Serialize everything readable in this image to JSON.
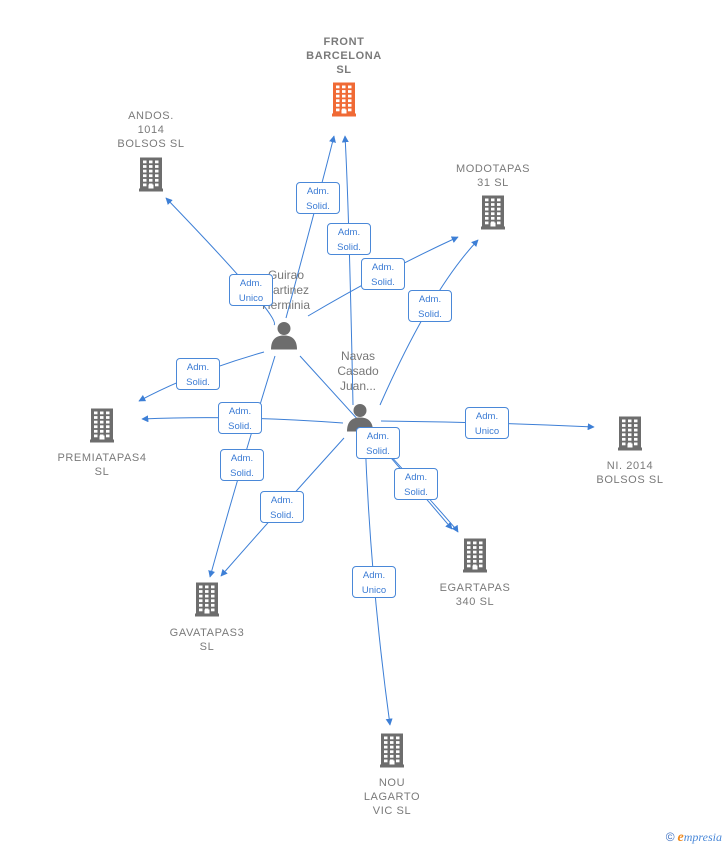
{
  "companies": [
    {
      "id": "front",
      "label": [
        "FRONT",
        "BARCELONA",
        "SL"
      ],
      "color": "#f06a35",
      "focus": true
    },
    {
      "id": "andos",
      "label": [
        "ANDOS.",
        "1014",
        "BOLSOS  SL"
      ],
      "color": "#6d6d6d"
    },
    {
      "id": "modotapas",
      "label": [
        "MODOTAPAS",
        "31  SL"
      ],
      "color": "#6d6d6d"
    },
    {
      "id": "premiatapas",
      "label": [
        "PREMIATAPAS4",
        "SL"
      ],
      "color": "#6d6d6d"
    },
    {
      "id": "ni2014",
      "label": [
        "NI.  2014",
        "BOLSOS  SL"
      ],
      "color": "#6d6d6d"
    },
    {
      "id": "egartapas",
      "label": [
        "EGARTAPAS",
        "340  SL"
      ],
      "color": "#6d6d6d"
    },
    {
      "id": "gavatapas",
      "label": [
        "GAVATAPAS3",
        "SL"
      ],
      "color": "#6d6d6d"
    },
    {
      "id": "noulagarto",
      "label": [
        "NOU",
        "LAGARTO",
        "VIC SL"
      ],
      "color": "#6d6d6d"
    }
  ],
  "persons": [
    {
      "id": "guirao",
      "label": [
        "Guirao",
        "Martinez",
        "Herminia"
      ]
    },
    {
      "id": "navas",
      "label": [
        "Navas",
        "Casado",
        "Juan..."
      ]
    }
  ],
  "edges": [
    {
      "from": "guirao",
      "to": "front",
      "role": [
        "Adm.",
        "Solid."
      ]
    },
    {
      "from": "guirao",
      "to": "andos",
      "role": [
        "Adm.",
        "Unico"
      ]
    },
    {
      "from": "guirao",
      "to": "modotapas",
      "role": [
        "Adm.",
        "Solid."
      ]
    },
    {
      "from": "guirao",
      "to": "premiatapas",
      "role": [
        "Adm.",
        "Solid."
      ]
    },
    {
      "from": "guirao",
      "to": "gavatapas",
      "role": [
        "Adm.",
        "Solid."
      ]
    },
    {
      "from": "guirao",
      "to": "egartapas",
      "role": [
        "Adm.",
        "Solid."
      ]
    },
    {
      "from": "navas",
      "to": "front",
      "role": [
        "Adm.",
        "Solid."
      ]
    },
    {
      "from": "navas",
      "to": "modotapas",
      "role": [
        "Adm.",
        "Solid."
      ]
    },
    {
      "from": "navas",
      "to": "premiatapas",
      "role": [
        "Adm.",
        "Solid."
      ]
    },
    {
      "from": "navas",
      "to": "gavatapas",
      "role": [
        "Adm.",
        "Solid."
      ]
    },
    {
      "from": "navas",
      "to": "ni2014",
      "role": [
        "Adm.",
        "Unico"
      ]
    },
    {
      "from": "navas",
      "to": "egartapas",
      "role": [
        "Adm.",
        "Solid."
      ]
    },
    {
      "from": "navas",
      "to": "noulagarto",
      "role": [
        "Adm.",
        "Unico"
      ]
    }
  ],
  "footer": {
    "copyright": "©",
    "brand_first": "e",
    "brand_rest": "mpresia"
  }
}
